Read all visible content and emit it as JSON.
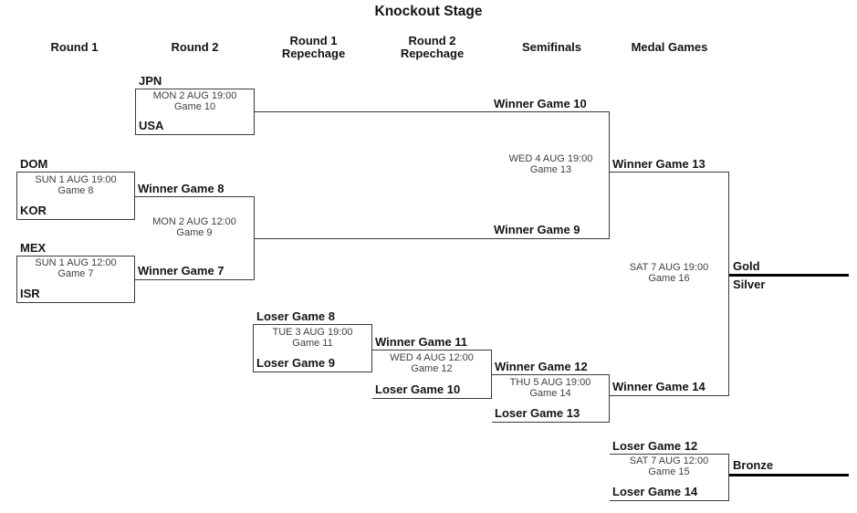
{
  "title": "Knockout Stage",
  "columns": [
    {
      "label": "Round 1"
    },
    {
      "label": "Round 2"
    },
    {
      "label": "Round 1\nRepechage"
    },
    {
      "label": "Round 2\nRepechage"
    },
    {
      "label": "Semifinals"
    },
    {
      "label": "Medal Games"
    }
  ],
  "matches": {
    "game7": {
      "top": "MEX",
      "bottom": "ISR",
      "datetime": "SUN 1 AUG 12:00",
      "game": "Game 7"
    },
    "game8": {
      "top": "DOM",
      "bottom": "KOR",
      "datetime": "SUN 1 AUG 19:00",
      "game": "Game 8"
    },
    "game9": {
      "top": "Winner Game 8",
      "bottom": "Winner Game 7",
      "datetime": "MON 2 AUG 12:00",
      "game": "Game 9"
    },
    "game10": {
      "top": "JPN",
      "bottom": "USA",
      "datetime": "MON 2 AUG 19:00",
      "game": "Game 10"
    },
    "game11": {
      "top": "Loser Game 8",
      "bottom": "Loser Game 9",
      "datetime": "TUE 3 AUG 19:00",
      "game": "Game 11"
    },
    "game12": {
      "top": "Winner Game 11",
      "bottom": "Loser Game 10",
      "datetime": "WED 4 AUG 12:00",
      "game": "Game 12"
    },
    "game13": {
      "top": "Winner Game 10",
      "bottom": "Winner Game 9",
      "datetime": "WED 4 AUG 19:00",
      "game": "Game 13"
    },
    "game14": {
      "top": "Winner Game 12",
      "bottom": "Loser Game 13",
      "datetime": "THU 5 AUG 19:00",
      "game": "Game 14"
    },
    "game15": {
      "top": "Loser Game 12",
      "bottom": "Loser Game 14",
      "datetime": "SAT 7 AUG 12:00",
      "game": "Game 15"
    },
    "game16": {
      "top": "Winner Game 13",
      "bottom": "Winner Game 14",
      "datetime": "SAT 7 AUG 19:00",
      "game": "Game 16"
    }
  },
  "medals": {
    "gold": "Gold",
    "silver": "Silver",
    "bronze": "Bronze"
  },
  "colors": {
    "background": "#ffffff",
    "box_line": "#3a3a3a",
    "medal_line": "#000000",
    "label_text": "#141414",
    "schedule_text": "#404040"
  }
}
